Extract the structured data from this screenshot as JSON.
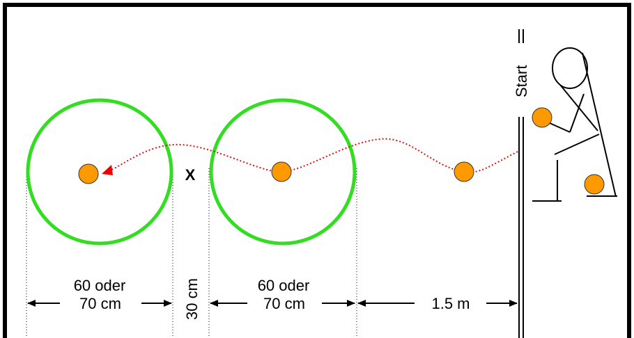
{
  "labels": {
    "marker": "X",
    "start": "Start",
    "dim1_line1": "60 oder",
    "dim1_line2": "70 cm",
    "dim_gap": "30 cm",
    "dim2_line1": "60 oder",
    "dim2_line2": "70 cm",
    "dim_distance": "1.5 m"
  },
  "colors": {
    "frame": "#000000",
    "ring": "#33dd22",
    "ball": "#ff9900",
    "ball_outline": "#333333",
    "path": "#dd1111",
    "arrowhead": "#ee0000",
    "line": "#000000"
  },
  "icons": {
    "ball": "orange-ball",
    "thrower": "stick-figure-thrower",
    "arrow": "double-headed-arrow"
  }
}
